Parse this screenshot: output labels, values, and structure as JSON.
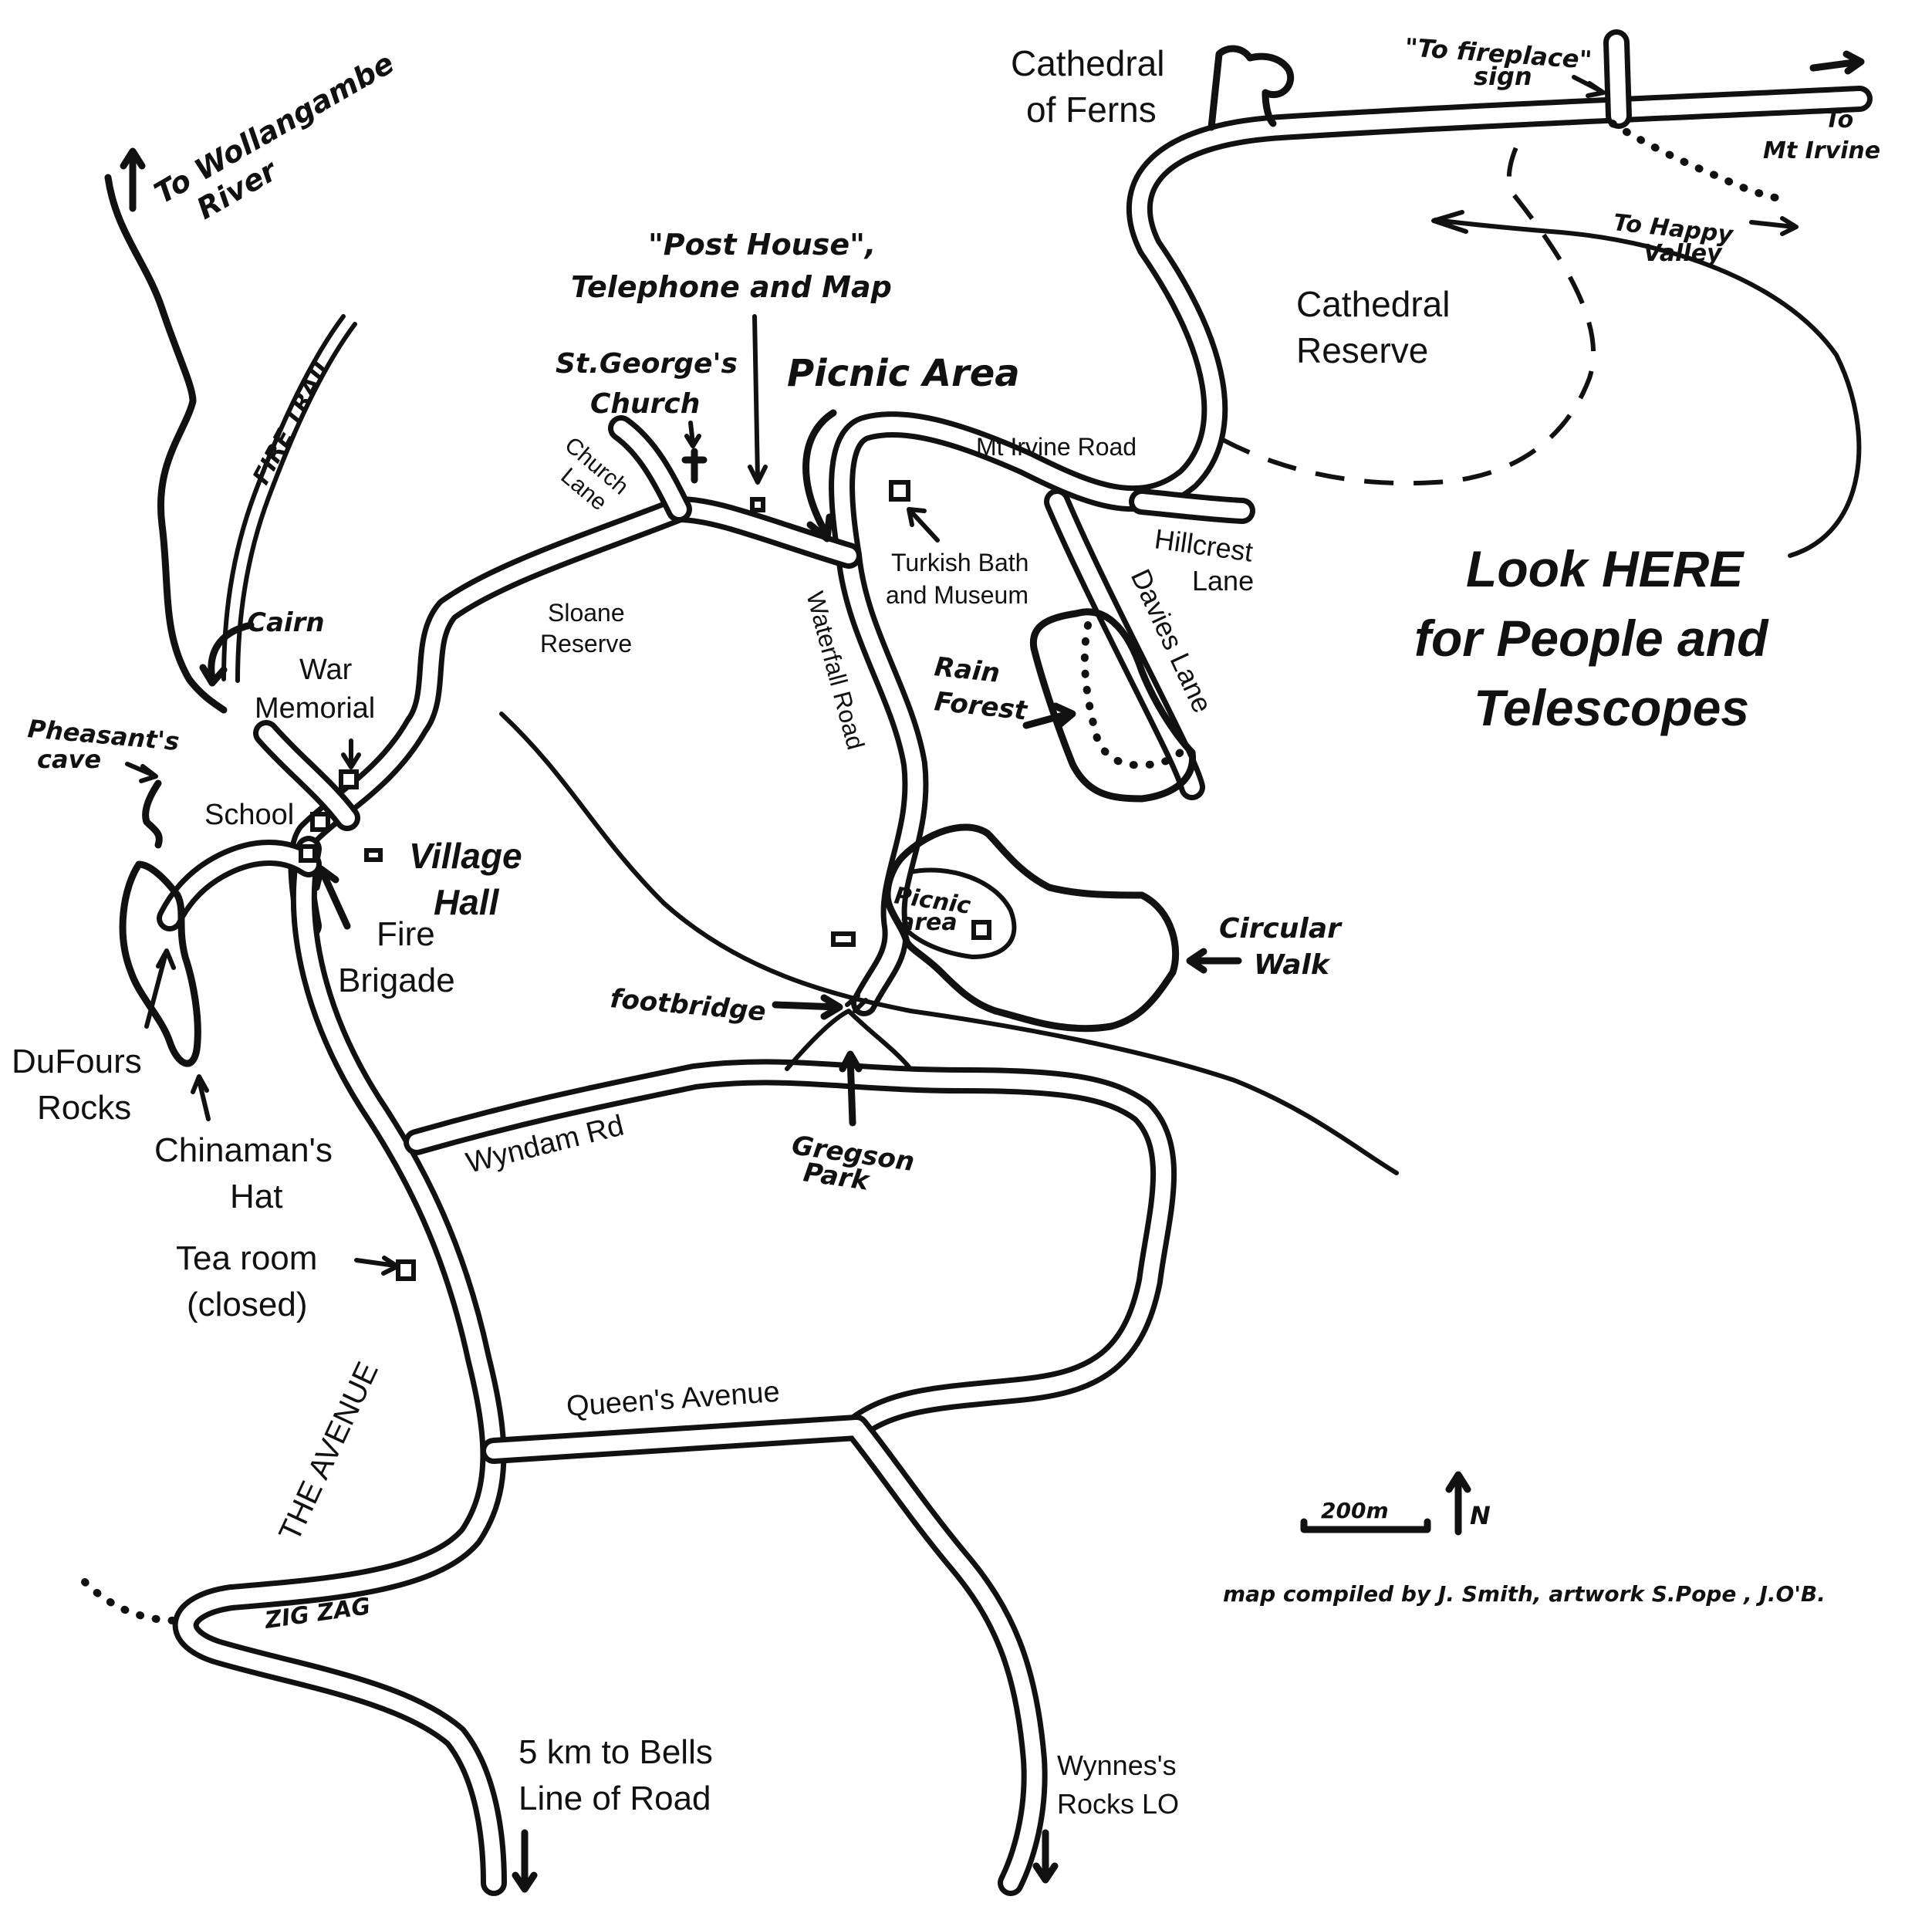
{
  "labels": {
    "cathedral_of_ferns_1": "Cathedral",
    "cathedral_of_ferns_2": "of Ferns",
    "fireplace_sign_1": "\"To fireplace\"",
    "fireplace_sign_2": "sign",
    "to_mt_irvine_1": "To",
    "to_mt_irvine_2": "Mt Irvine",
    "to_happy_valley_1": "To Happy",
    "to_happy_valley_2": "Valley",
    "cathedral_reserve_1": "Cathedral",
    "cathedral_reserve_2": "Reserve",
    "to_wollangambe_1": "To Wollangambe",
    "to_wollangambe_2": "River",
    "fire_trail": "FIRE TRAIL",
    "post_house_1": "\"Post House\",",
    "post_house_2": "Telephone and Map",
    "st_georges_1": "St.George's",
    "st_georges_2": "Church",
    "picnic_area": "Picnic Area",
    "church_lane_1": "Church",
    "church_lane_2": "Lane",
    "mt_irvine_road": "Mt Irvine Road",
    "hillcrest_1": "Hillcrest",
    "hillcrest_2": "Lane",
    "look_here_1": "Look HERE",
    "look_here_2": "for People and",
    "look_here_3": "Telescopes",
    "turkish_bath_1": "Turkish Bath",
    "turkish_bath_2": "and Museum",
    "sloane_1": "Sloane",
    "sloane_2": "Reserve",
    "waterfall_road": "Waterfall Road",
    "davies_lane": "Davies Lane",
    "rain_forest_1": "Rain",
    "rain_forest_2": "Forest",
    "cairn": "Cairn",
    "war_memorial_1": "War",
    "war_memorial_2": "Memorial",
    "pheasants_cave_1": "Pheasant's",
    "pheasants_cave_2": "cave",
    "school": "School",
    "village_hall_1": "Village",
    "village_hall_2": "Hall",
    "fire_brigade_1": "Fire",
    "fire_brigade_2": "Brigade",
    "picnic_area_small_1": "Picnic",
    "picnic_area_small_2": "area",
    "circular_walk_1": "Circular",
    "circular_walk_2": "Walk",
    "footbridge": "footbridge",
    "dufours_1": "DuFours",
    "dufours_2": "Rocks",
    "chinamans_1": "Chinaman's",
    "chinamans_2": "Hat",
    "wyndam_rd": "Wyndam Rd",
    "gregson_1": "Gregson",
    "gregson_2": "Park",
    "tea_room_1": "Tea room",
    "tea_room_2": "(closed)",
    "queens_avenue": "Queen's Avenue",
    "the_avenue": "THE AVENUE",
    "zig_zag": "ZIG ZAG",
    "bells_1": "5 km to Bells",
    "bells_2": "Line of Road",
    "wynnes_1": "Wynnes's",
    "wynnes_2": "Rocks LO",
    "scale": "200m",
    "north": "N",
    "credit": "map compiled by J. Smith, artwork S.Pope , J.O'B."
  }
}
